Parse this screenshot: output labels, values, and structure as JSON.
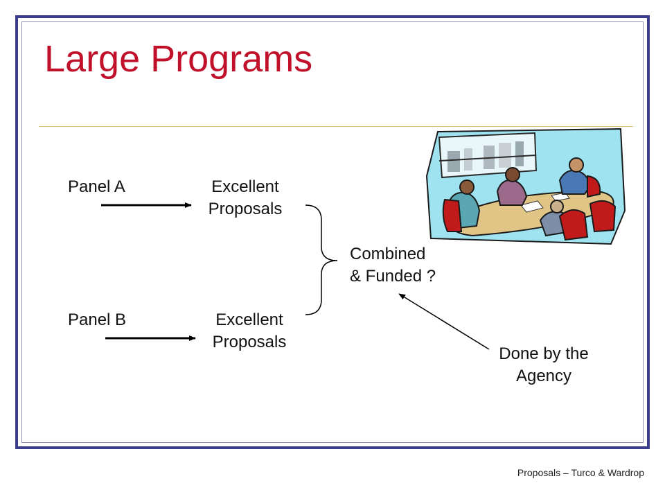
{
  "slide": {
    "title": "Large Programs",
    "footer": "Proposals – Turco & Wardrop"
  },
  "diagram": {
    "panel_a": "Panel A",
    "panel_b": "Panel B",
    "excellent_a": [
      "Excellent",
      "Proposals"
    ],
    "excellent_b": [
      "Excellent",
      "Proposals"
    ],
    "combined": [
      "Combined",
      "& Funded ?"
    ],
    "agency": [
      "Done by the",
      "Agency"
    ]
  },
  "colors": {
    "title": "#c0102a",
    "frame": "#3c3c8c",
    "divider": "#e2bd7a"
  },
  "clipart": {
    "icon": "meeting-room-icon"
  }
}
